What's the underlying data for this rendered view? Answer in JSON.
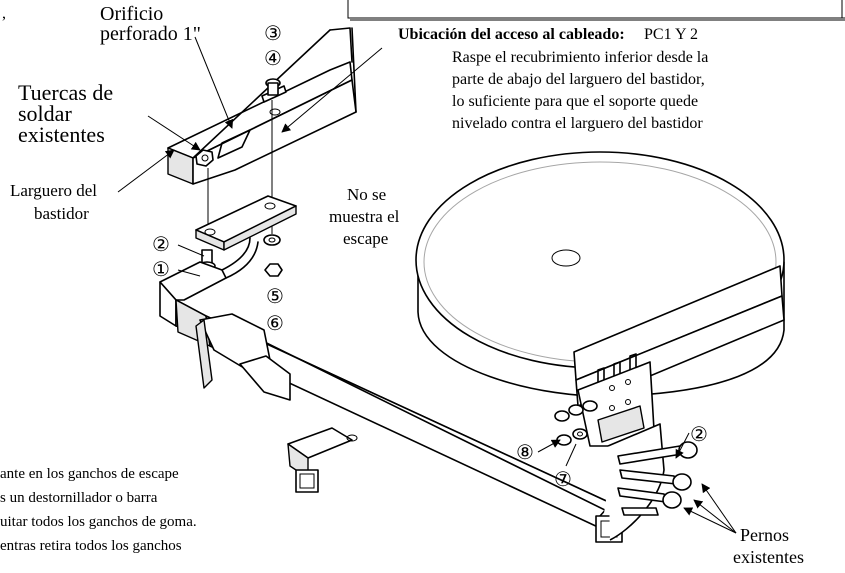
{
  "labels": {
    "comma_fragment": ",",
    "drilled_hole_1": "Orificio",
    "drilled_hole_2": "perforado 1\"",
    "weld_nuts_1": "Tuercas de",
    "weld_nuts_2": "soldar",
    "weld_nuts_3": "existentes",
    "frame_rail_1": "Larguero del",
    "frame_rail_2": "bastidor",
    "exhaust_1": "No se",
    "exhaust_2": "muestra el",
    "exhaust_3": "escape",
    "existing_bolts_1": "Pernos",
    "existing_bolts_2": "existentes"
  },
  "wiring": {
    "heading": "Ubicación del acceso al cableado:",
    "value": "PC1 Y 2",
    "instruction_1": "Raspe el recubrimiento inferior desde la",
    "instruction_2": "parte de abajo del larguero del bastidor,",
    "instruction_3": "lo suficiente para que el soporte quede",
    "instruction_4": "nivelado contra el larguero del bastidor"
  },
  "note": {
    "line_1": "ante en los ganchos de escape",
    "line_2": "s un destornillador o barra",
    "line_3": "uitar todos los ganchos de goma.",
    "line_4": "entras retira todos los ganchos"
  },
  "callouts": {
    "n1": "①",
    "n2_left": "②",
    "n2_right": "②",
    "n3": "③",
    "n4": "④",
    "n5": "⑤",
    "n6": "⑥",
    "n7": "⑦",
    "n8": "⑧"
  }
}
